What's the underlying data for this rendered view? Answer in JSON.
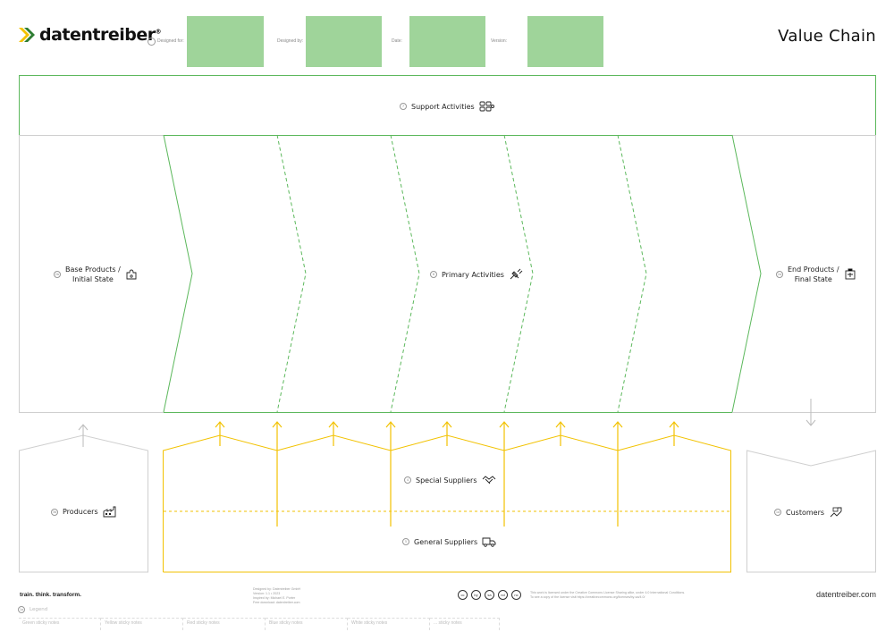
{
  "brand": {
    "name": "datentreiber",
    "trademark": "®",
    "tagline": "train. think. transform.",
    "website": "datentreiber.com"
  },
  "canvas_title": "Value Chain",
  "header_fields": [
    {
      "label": "Designed for:"
    },
    {
      "label": "Designed by:"
    },
    {
      "label": "Date:"
    },
    {
      "label": "Version:"
    }
  ],
  "sections": {
    "support": {
      "number": "7",
      "label": "Support Activities",
      "icon": "flow-nodes-icon"
    },
    "primary": {
      "number": "6",
      "label": "Primary Activities",
      "icon": "plug-icon"
    },
    "base": {
      "number": "2b",
      "label_line1": "Base Products /",
      "label_line2": "Initial State",
      "icon": "puzzle-icon"
    },
    "end": {
      "number": "2a",
      "label_line1": "End Products /",
      "label_line2": "Final State",
      "icon": "package-icon"
    },
    "producers": {
      "number": "3b",
      "label": "Producers",
      "icon": "factory-icon"
    },
    "customers": {
      "number": "1a",
      "label": "Customers",
      "icon": "handshake-money-icon"
    },
    "special": {
      "number": "4",
      "label": "Special Suppliers",
      "icon": "handshake-icon"
    },
    "general": {
      "number": "5",
      "label": "General Suppliers",
      "icon": "truck-icon"
    }
  },
  "footer": {
    "credits": [
      "Designed by: Datentreiber GmbH",
      "Version: 1.1 • 2023",
      "Inspired by: Michael E. Porter",
      "Free download: datentreiber.com"
    ],
    "license_icons": [
      "cc",
      "by",
      "sa",
      "nd",
      "nc"
    ],
    "license_text": [
      "This work is licensed under the Creative Commons License Sharing alike, under 4.0 International Conditions.",
      "To see a copy of the license visit https://creativecommons.org/licenses/by-sa/4.0/"
    ]
  },
  "legend": {
    "number": "1a",
    "title": "Legend",
    "items": [
      "Green sticky notes",
      "Yellow sticky notes",
      "Red sticky notes",
      "Blue sticky notes",
      "White sticky notes",
      "... sticky notes"
    ]
  },
  "colors": {
    "green": "#5cb85c",
    "green_box": "#9fd49a",
    "yellow": "#f2c200",
    "gray": "#cfcfcf"
  }
}
